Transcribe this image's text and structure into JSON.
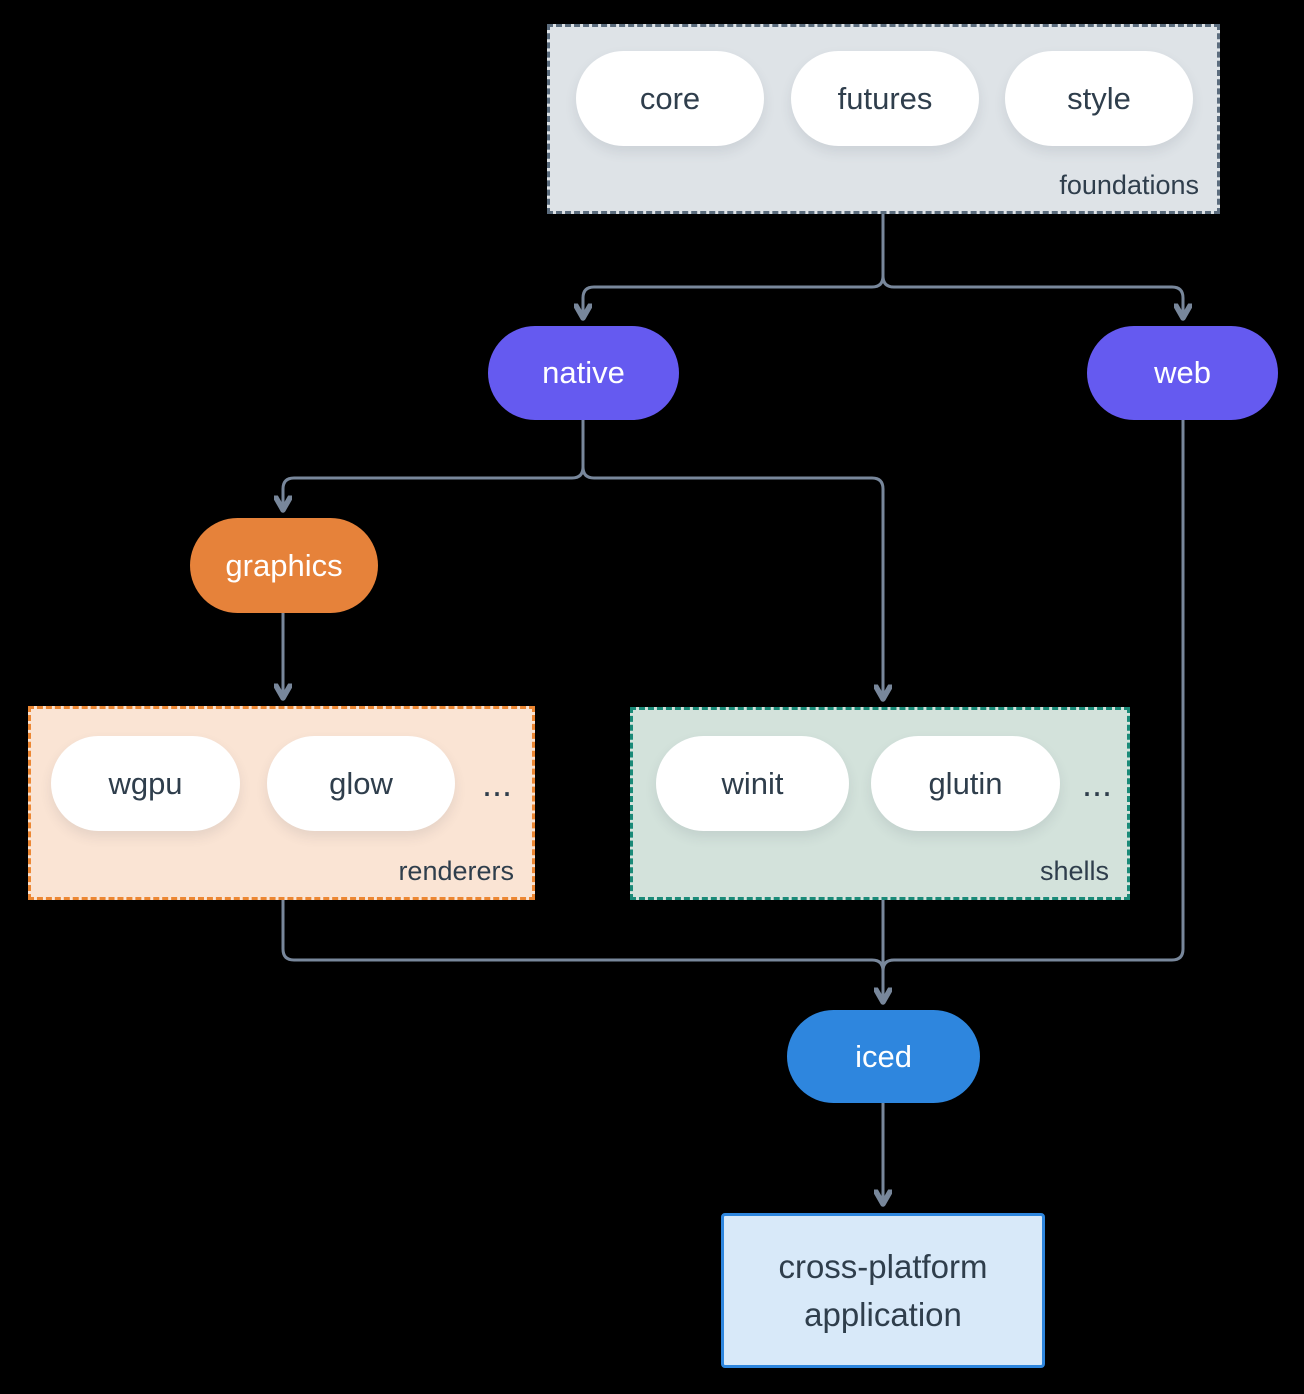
{
  "colors": {
    "background": "#000000",
    "connector": "#78879b",
    "text_dark": "#2f3e4c",
    "pill_white": "#ffffff",
    "purple": "#655af0",
    "orange_pill": "#e6823a",
    "renderers_fill": "#fae4d4",
    "renderers_border": "#ec8733",
    "shells_fill": "#d3e2db",
    "shells_border": "#1a8a78",
    "foundations_fill": "#dee3e7",
    "foundations_border": "#5b6c7d",
    "iced_blue": "#2e86de",
    "application_fill": "#d8e9f9",
    "application_border": "#2e86de"
  },
  "groups": {
    "foundations": {
      "label": "foundations",
      "pills": [
        "core",
        "futures",
        "style"
      ]
    },
    "renderers": {
      "label": "renderers",
      "pills": [
        "wgpu",
        "glow"
      ],
      "more": "..."
    },
    "shells": {
      "label": "shells",
      "pills": [
        "winit",
        "glutin"
      ],
      "more": "..."
    }
  },
  "nodes": {
    "native": "native",
    "web": "web",
    "graphics": "graphics",
    "iced": "iced",
    "application": [
      "cross-platform",
      "application"
    ]
  }
}
